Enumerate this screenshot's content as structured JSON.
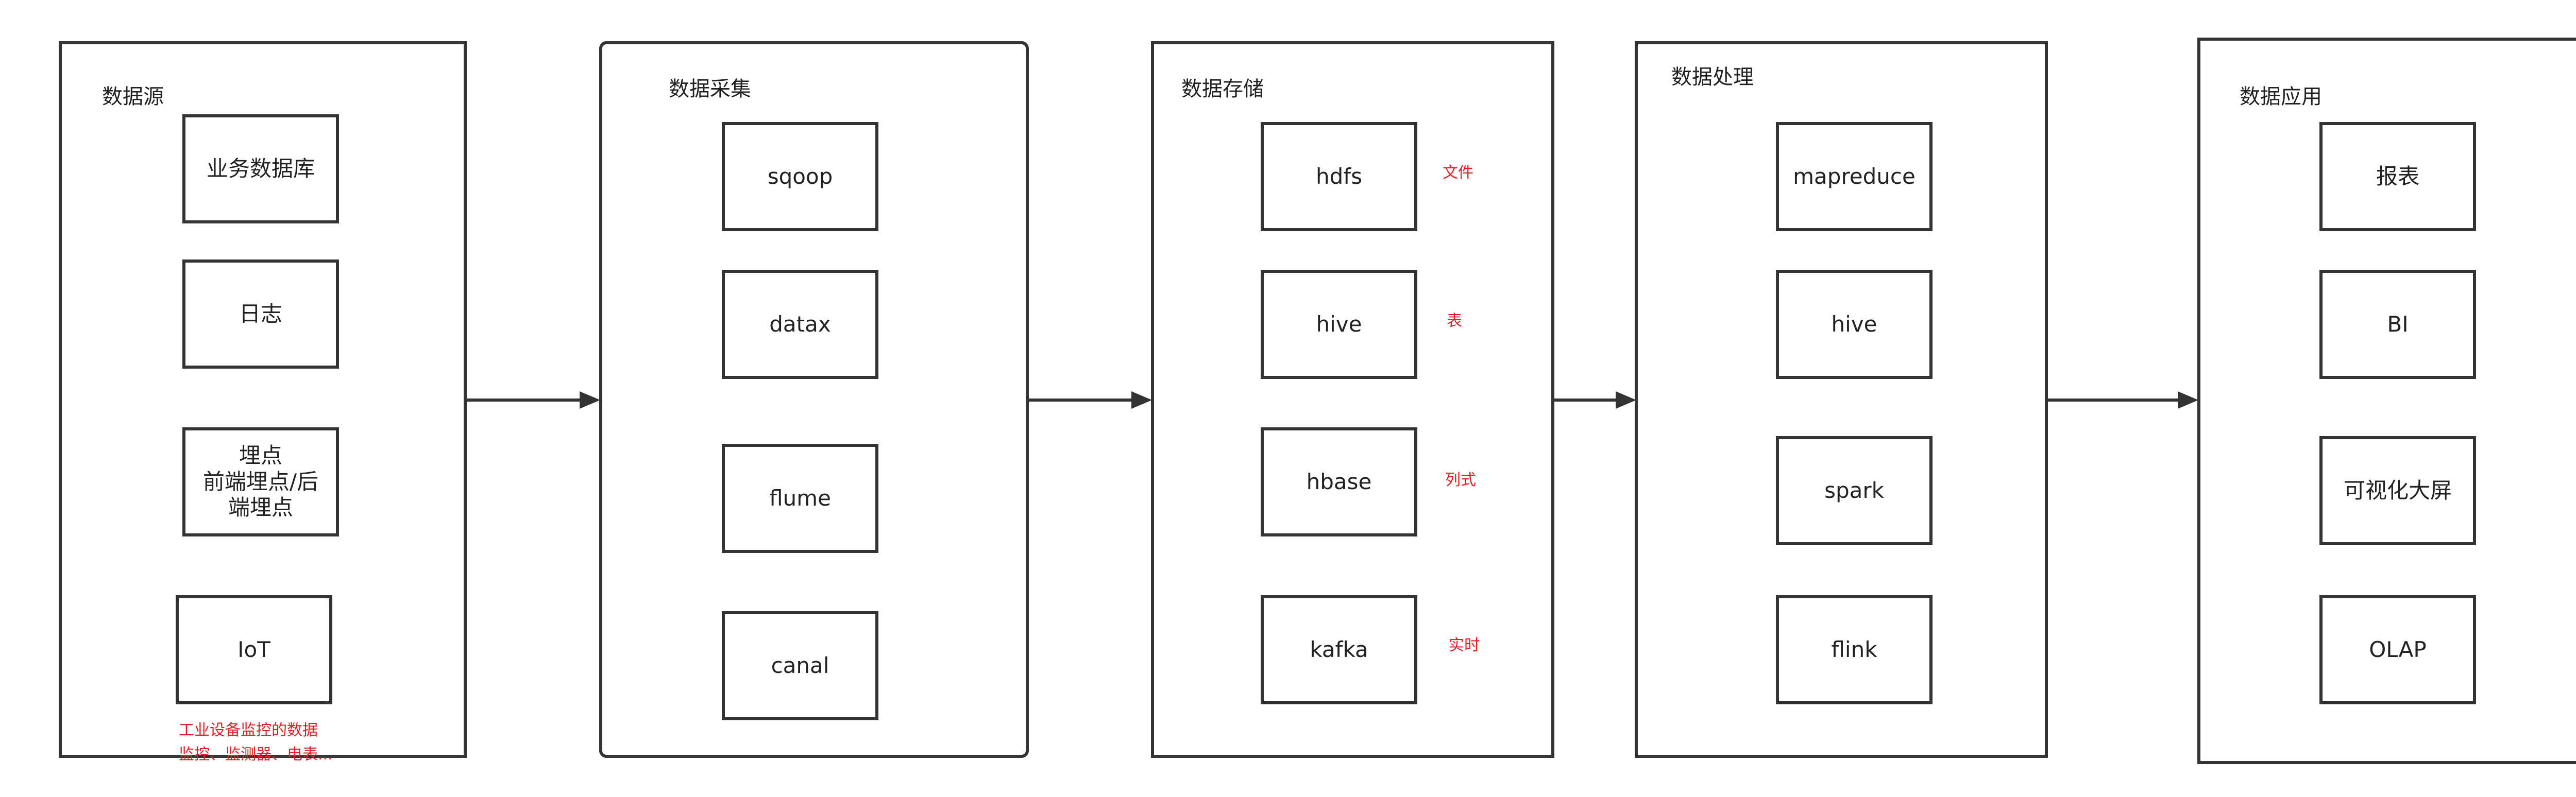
{
  "colors": {
    "stroke": "#333333",
    "note": "#e21f26",
    "background": "#ffffff"
  },
  "panels": {
    "source": {
      "title": "数据源",
      "items": [
        "业务数据库",
        "日志",
        "埋点\n前端埋点/后\n端埋点",
        "IoT"
      ],
      "notes": [
        "工业设备监控的数据",
        "监控、监测器、电表..."
      ]
    },
    "collect": {
      "title": "数据采集",
      "items": [
        "sqoop",
        "datax",
        "flume",
        "canal"
      ]
    },
    "storage": {
      "title": "数据存储",
      "items": [
        "hdfs",
        "hive",
        "hbase",
        "kafka"
      ],
      "notes": [
        "文件",
        "表",
        "列式",
        "实时"
      ]
    },
    "process": {
      "title": "数据处理",
      "items": [
        "mapreduce",
        "hive",
        "spark",
        "flink"
      ]
    },
    "apply": {
      "title": "数据应用",
      "items": [
        "报表",
        "BI",
        "可视化大屏",
        "OLAP"
      ]
    }
  }
}
